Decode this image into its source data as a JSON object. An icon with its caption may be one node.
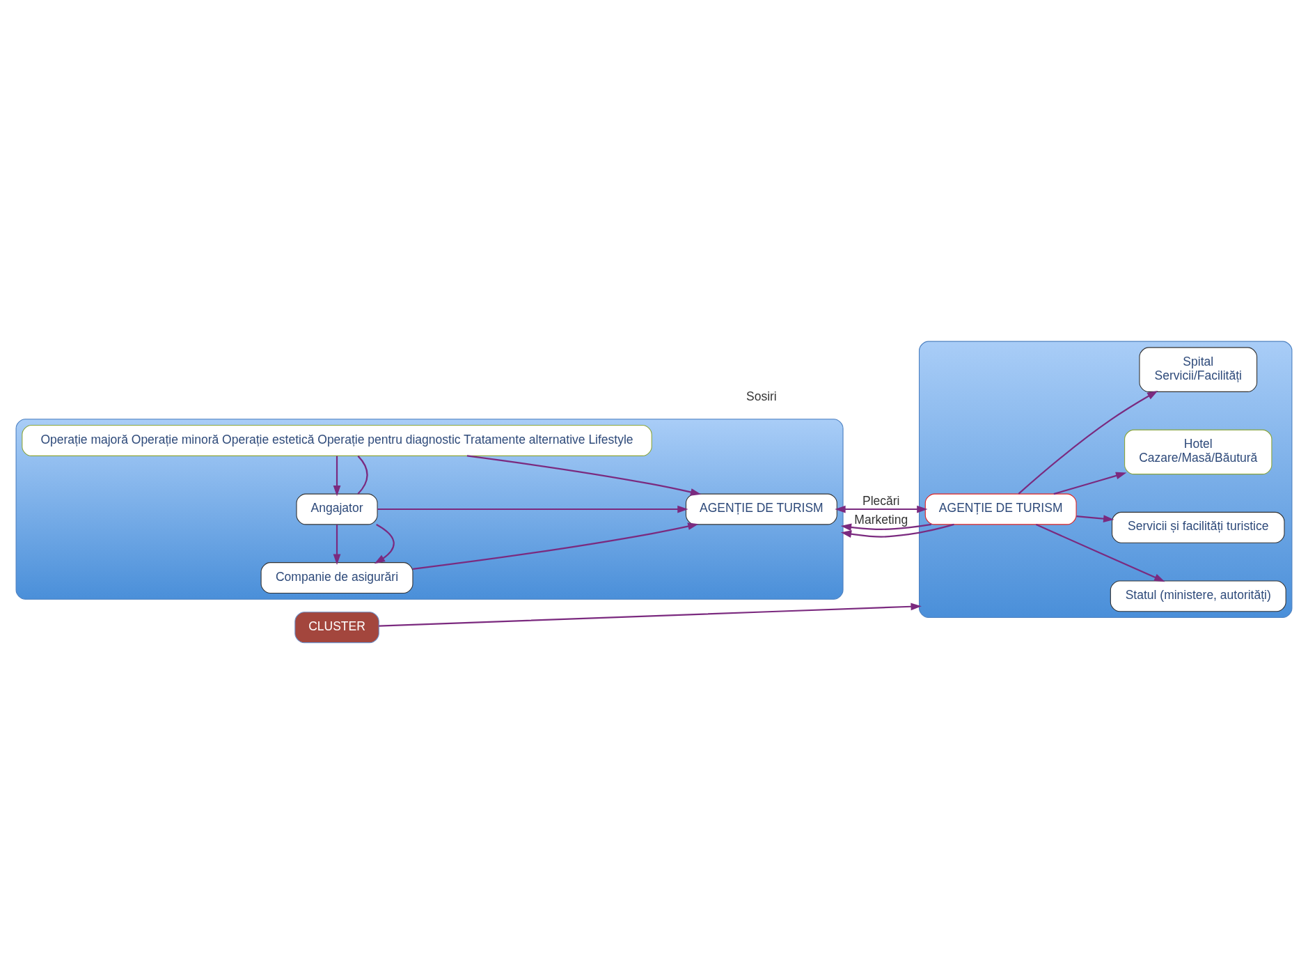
{
  "diagram": {
    "nodes": [
      {
        "text": [],
        "shape": "box"
      },
      {
        "text": [
          "Operație majoră Operație minoră Operație estetică Operație pentru diagnostic Tratamente alternative Lifestyle"
        ],
        "in": 0
      },
      {
        "text": [
          "Angajator"
        ],
        "in": 0
      },
      {
        "text": [
          "Companie de asigurări"
        ],
        "in": 0
      },
      {
        "text": [
          "AGENȚIE DE TURISM"
        ],
        "in": 0
      },
      {
        "text": [],
        "shape": "box"
      },
      {
        "text": [
          "AGENȚIE DE TURISM"
        ],
        "in": 5
      },
      {
        "text": [
          "Spital",
          "Servicii/Facilități"
        ],
        "in": 5
      },
      {
        "text": [
          "Hotel",
          "Cazare/Masă/Băutură"
        ],
        "in": 5
      },
      {
        "text": [
          "Servicii și facilități turistice"
        ],
        "in": 5
      },
      {
        "text": [
          "Statul (ministere, autorități)"
        ],
        "in": 5
      },
      {
        "text": [
          "CLUSTER"
        ]
      }
    ],
    "edges": [
      {
        "from": 1,
        "to": 4,
        "arrow": "to"
      },
      {
        "from": 2,
        "to": 4,
        "arrow": "to"
      },
      {
        "from": 3,
        "to": 4,
        "arrow": "to"
      },
      {
        "from": 1,
        "to": 2,
        "arrow": "none"
      },
      {
        "from": 1,
        "to": 2,
        "arrow": "to"
      },
      {
        "from": 2,
        "to": 3,
        "arrow": "to"
      },
      {
        "from": 2,
        "to": 3,
        "arrow": "to"
      },
      {
        "from": 4,
        "to": 6,
        "arrow": "both",
        "label": "Plecări"
      },
      {
        "from": 6,
        "to": 7,
        "arrow": "to"
      },
      {
        "from": 6,
        "to": 8,
        "arrow": "to"
      },
      {
        "from": 6,
        "to": 9,
        "arrow": "to"
      },
      {
        "from": 6,
        "to": 10,
        "arrow": "to"
      },
      {
        "from": 11,
        "to": 5,
        "arrow": "to"
      },
      {
        "from": 6,
        "to": 0,
        "arrow": "to",
        "label": "Marketing"
      },
      {
        "from": 6,
        "to": 0,
        "arrow": "to"
      }
    ],
    "labels": [
      "Sosiri"
    ]
  }
}
